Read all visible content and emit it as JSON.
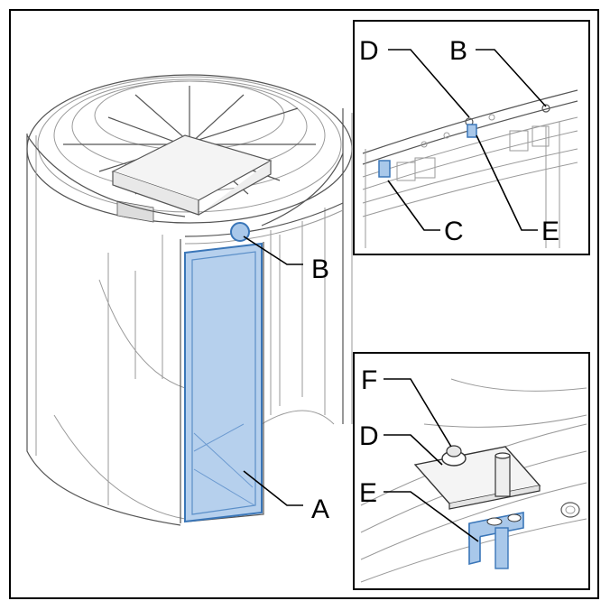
{
  "callouts": {
    "main": {
      "A": "A",
      "B": "B"
    },
    "detail_top": {
      "D": "D",
      "B": "B",
      "C": "C",
      "E": "E"
    },
    "detail_bottom": {
      "F": "F",
      "D": "D",
      "E": "E"
    }
  },
  "colors": {
    "highlight_fill": "#a9c8ea",
    "highlight_stroke": "#3a76b8",
    "line": "#000000",
    "drawing": "#9a9a9a"
  },
  "icons": [
    "revolving-door-illustration",
    "upper-rail-detail",
    "pivot-bracket-detail"
  ]
}
